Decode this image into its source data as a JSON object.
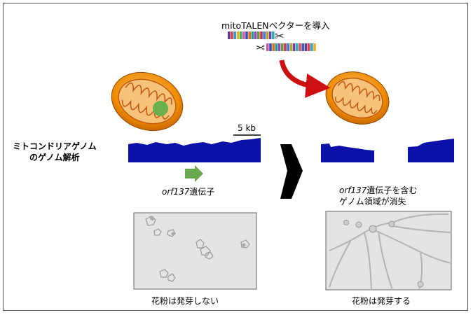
{
  "labels": {
    "vector": "mitoTALENベクターを導入",
    "genome_analysis_line1": "ミトコンドリアゲノム",
    "genome_analysis_line2": "のゲノム解析",
    "scale": "5 kb",
    "gene_italic": "orf137",
    "gene_suffix": "遺伝子",
    "deleted_italic": "orf137",
    "deleted_suffix": "遺伝子を含む",
    "deleted_line2": "ゲノム領域が消失",
    "pollen_no_germ": "花粉は発芽しない",
    "pollen_germ": "花粉は発芽する"
  },
  "colors": {
    "mito_outer": "#f08a00",
    "mito_inner": "#f6b25e",
    "cristae": "#c05a10",
    "nucleoid": "#6ab04c",
    "coverage": "#0a10a8",
    "arrow_red": "#cc1010",
    "arrow_green": "#6aa84f",
    "arrow_black": "#000000",
    "micrograph_bg": "#e4e4e4"
  },
  "vector_segment_colors": [
    "#5a3fa0",
    "#e04040",
    "#2aa0d8",
    "#f0b020",
    "#40b060",
    "#d05aa0",
    "#3050c0",
    "#e07020",
    "#20a090",
    "#a040c0",
    "#60a030",
    "#d03050",
    "#3080e0",
    "#c0a020",
    "#7040b0",
    "#30b0b0",
    "#e05070",
    "#4060a0"
  ]
}
